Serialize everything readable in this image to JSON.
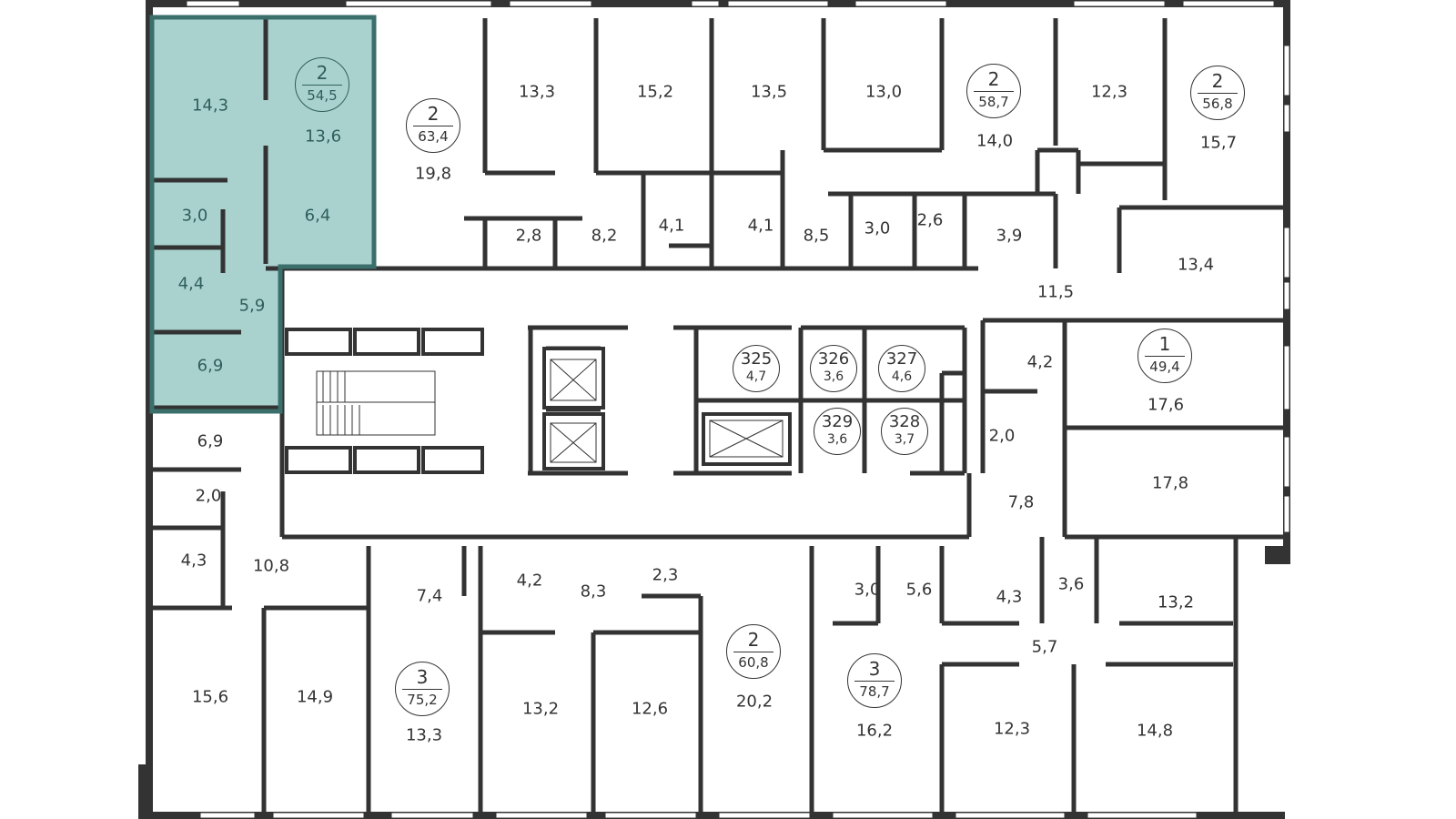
{
  "colors": {
    "wall": "#333333",
    "highlight_fill": "#a9d2cf",
    "highlight_text": "#2f5e5b",
    "background": "#ffffff"
  },
  "apartments": [
    {
      "id": "apt-selected",
      "rooms": "2",
      "area": "54,5",
      "highlighted": true
    },
    {
      "id": "apt-a",
      "rooms": "2",
      "area": "63,4"
    },
    {
      "id": "apt-b",
      "rooms": "2",
      "area": "58,7"
    },
    {
      "id": "apt-c",
      "rooms": "2",
      "area": "56,8"
    },
    {
      "id": "apt-d",
      "rooms": "1",
      "area": "49,4"
    },
    {
      "id": "apt-e",
      "rooms": "3",
      "area": "75,2"
    },
    {
      "id": "apt-f",
      "rooms": "2",
      "area": "60,8"
    },
    {
      "id": "apt-g",
      "rooms": "3",
      "area": "78,7"
    }
  ],
  "storage_units": [
    {
      "number": "325",
      "area": "4,7"
    },
    {
      "number": "326",
      "area": "3,6"
    },
    {
      "number": "327",
      "area": "4,6"
    },
    {
      "number": "329",
      "area": "3,6"
    },
    {
      "number": "328",
      "area": "3,7"
    }
  ],
  "room_areas": [
    {
      "v": "14,3",
      "hl": true
    },
    {
      "v": "13,6",
      "hl": true
    },
    {
      "v": "3,0",
      "hl": true
    },
    {
      "v": "6,4",
      "hl": true
    },
    {
      "v": "4,4",
      "hl": true
    },
    {
      "v": "5,9",
      "hl": true
    },
    {
      "v": "6,9",
      "hl": true
    },
    {
      "v": "19,8"
    },
    {
      "v": "13,3"
    },
    {
      "v": "15,2"
    },
    {
      "v": "13,5"
    },
    {
      "v": "13,0"
    },
    {
      "v": "14,0"
    },
    {
      "v": "12,3"
    },
    {
      "v": "15,7"
    },
    {
      "v": "2,8"
    },
    {
      "v": "8,2"
    },
    {
      "v": "4,1"
    },
    {
      "v": "4,1"
    },
    {
      "v": "8,5"
    },
    {
      "v": "3,0"
    },
    {
      "v": "2,6"
    },
    {
      "v": "3,9"
    },
    {
      "v": "11,5"
    },
    {
      "v": "13,4"
    },
    {
      "v": "4,2"
    },
    {
      "v": "17,6"
    },
    {
      "v": "2,0"
    },
    {
      "v": "17,8"
    },
    {
      "v": "7,8"
    },
    {
      "v": "6,9"
    },
    {
      "v": "2,0"
    },
    {
      "v": "4,3"
    },
    {
      "v": "10,8"
    },
    {
      "v": "7,4"
    },
    {
      "v": "4,2"
    },
    {
      "v": "8,3"
    },
    {
      "v": "2,3"
    },
    {
      "v": "3,0"
    },
    {
      "v": "5,6"
    },
    {
      "v": "4,3"
    },
    {
      "v": "3,6"
    },
    {
      "v": "13,2"
    },
    {
      "v": "5,7"
    },
    {
      "v": "15,6"
    },
    {
      "v": "14,9"
    },
    {
      "v": "13,3"
    },
    {
      "v": "13,2"
    },
    {
      "v": "12,6"
    },
    {
      "v": "20,2"
    },
    {
      "v": "16,2"
    },
    {
      "v": "12,3"
    },
    {
      "v": "14,8"
    }
  ]
}
